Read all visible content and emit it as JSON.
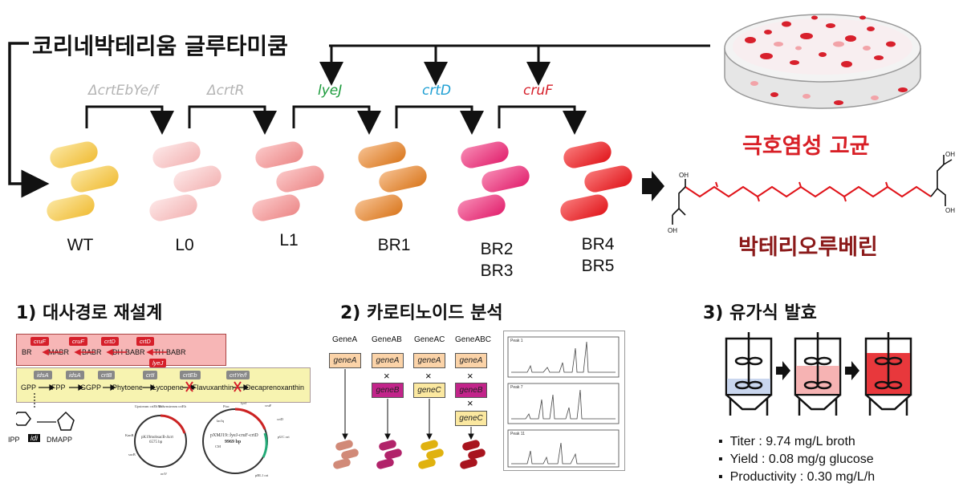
{
  "header": {
    "title": "코리네박테리움 글루타미쿰"
  },
  "genes": [
    {
      "label": "ΔcrtEbYe/f",
      "color": "#b3b3b3"
    },
    {
      "label": "ΔcrtR",
      "color": "#b3b3b3"
    },
    {
      "label": "lyeJ",
      "color": "#1a9a3a"
    },
    {
      "label": "crtD",
      "color": "#1e9fd3"
    },
    {
      "label": "cruF",
      "color": "#d61f2a"
    }
  ],
  "strains": [
    {
      "label": "WT",
      "color": "#f4c84a"
    },
    {
      "label": "L0",
      "color": "#f7c3c3"
    },
    {
      "label": "L1",
      "color": "#f19a9a"
    },
    {
      "label": "BR1",
      "color": "#e2822a"
    },
    {
      "label": "BR2\nBR3",
      "color": "#ea2f78"
    },
    {
      "label": "BR4\nBR5",
      "color": "#e81b1f"
    }
  ],
  "extremophile_label": "극호염성 고균",
  "product_label": "박테리오루베린",
  "sections": {
    "s1": "1) 대사경로 재설계",
    "s2": "2) 카로티노이드 분석",
    "s3": "3) 유가식 발효"
  },
  "pathway": {
    "upper_tags": [
      "cruF",
      "cruF",
      "crtD",
      "crtD"
    ],
    "upper_nodes": [
      "BR",
      "MABR",
      "BABR",
      "DH-BABR",
      "TH-BABR"
    ],
    "upper_side_tag": "lyeJ",
    "lower_tags": [
      "idsA",
      "idsA",
      "crtB",
      "crtI",
      "crtEb",
      "crtYe/f"
    ],
    "lower_nodes": [
      "GPP",
      "FPP",
      "GGPP",
      "Phytoene",
      "Lycopene",
      "Flavuxanthin",
      "Decaprenoxanthin"
    ],
    "precursors": [
      "IPP",
      "idi",
      "DMAPP"
    ],
    "plasmids": [
      {
        "name": "pK19mobsacB-Δcrt",
        "size": "6575 bp"
      },
      {
        "name": "pXMJ19::lyeJ-cruF-crtD",
        "size": "9969 bp"
      }
    ],
    "plasmid_features": [
      "Upstream crtEbYe/f",
      "Downstream crtEb",
      "Ptac",
      "lyeJ",
      "cruF",
      "crtD",
      "lacIq",
      "pUC ori",
      "CM",
      "pBL1 ori",
      "KanR",
      "sacB",
      "oriV"
    ]
  },
  "analysis": {
    "groups": [
      {
        "title": "GeneA",
        "genes": [
          "geneA"
        ],
        "cell_color": "#d18a78"
      },
      {
        "title": "GeneAB",
        "genes": [
          "geneA",
          "geneB"
        ],
        "cell_color": "#b1236a"
      },
      {
        "title": "GeneAC",
        "genes": [
          "geneA",
          "geneC"
        ],
        "cell_color": "#e0b20f"
      },
      {
        "title": "GeneABC",
        "genes": [
          "geneA",
          "geneB",
          "geneC"
        ],
        "cell_color": "#a8141e"
      }
    ],
    "chrom_labels": [
      "Peak 1",
      "Peak 7",
      "Peak 11"
    ]
  },
  "fermentation": {
    "stages": [
      {
        "fill": "#c9d6ee"
      },
      {
        "fill": "#f6b3b3"
      },
      {
        "fill": "#e8383c"
      }
    ],
    "results": [
      "Titer : 9.74 mg/L broth",
      "Yield : 0.08 mg/g glucose",
      "Productivity : 0.30 mg/L/h"
    ]
  },
  "colors": {
    "extremophile_red": "#d81f26",
    "product_red": "#8b1a1a",
    "pathway_upper_bg": "#f7b6b6",
    "pathway_lower_bg": "#f7f3b0"
  }
}
